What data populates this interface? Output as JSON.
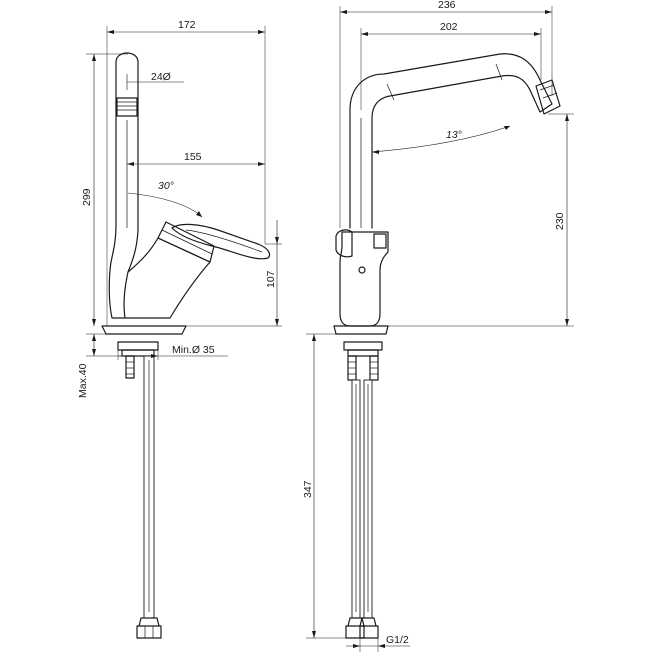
{
  "dimensions": {
    "side_overall_width": "172",
    "spout_diameter": "24Ø",
    "spout_reach": "155",
    "lever_angle": "30°",
    "side_height": "299",
    "lever_height": "107",
    "min_hole": "Min.Ø 35",
    "max_deck": "Max.40",
    "front_overall_width": "236",
    "front_reach": "202",
    "spout_angle": "13°",
    "front_height": "230",
    "hose_length": "347",
    "thread": "G1/2"
  }
}
